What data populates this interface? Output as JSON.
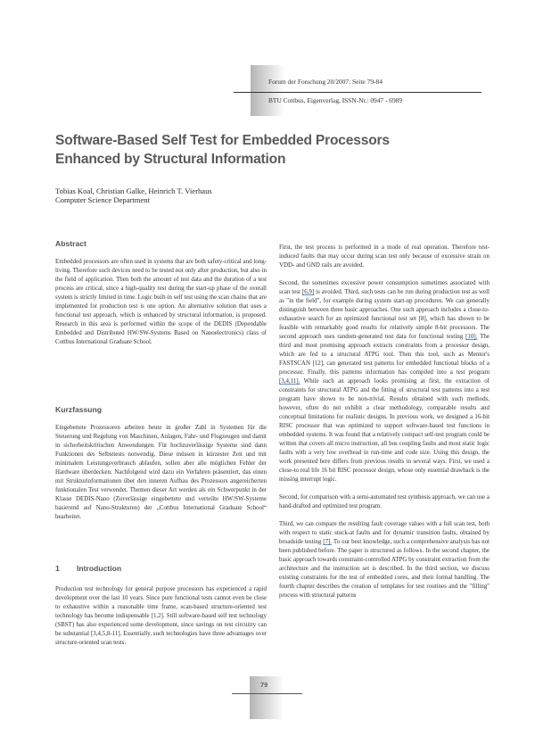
{
  "header": {
    "journal_line": "Forum der Forschung 20/2007: Seite 79-84",
    "publisher_line": "BTU Cottbus, Eigenverlag, ISSN-Nr.: 0947 - 6989"
  },
  "paper": {
    "title_line1": "Software-Based Self Test for Embedded Processors",
    "title_line2": "Enhanced by Structural Information",
    "authors": "Tobias Koal, Christian Galke, Heinrich T. Vierhaus",
    "affiliation": "Computer Science Department"
  },
  "abstract": {
    "heading": "Abstract",
    "text": "Embedded processors are often used in systems that are both safety-critical and long-living. Therefore such devices need to be tested not only after production, but also in the field of application. Then both the amount of test data and the duration of a test process are critical, since a high-quality test during the start-up phase of the overall system is strictly limited in time. Logic built-in self test using the scan chains that are implemented for production test is one option. An alternative solution that uses a functional test approach, which is enhanced by structural information, is proposed. Research in this area is performed within the scope of the DEDIS (Dependable Embedded and Distributed HW/SW-Systems Based on Nanoelectronics) class of Cottbus International Graduate School."
  },
  "kurzfassung": {
    "heading": "Kurzfassung",
    "text": "Eingebettete Prozessoren arbeiten heute in großer Zahl in Systemen für die Steuerung und Regelung von Maschinen, Anlagen, Fahr- und Flugzeugen und damit in sicherheitskritischen Anwendungen. Für hochzuverlässige Systeme sind dann Funktionen des Selbsttests notwendig. Diese müssen in kürzester Zeit und mit minimalem Leistungsverbrauch ablaufen, sollen aber alle möglichen Fehler der Hardware überdecken. Nachfolgend wird dazu ein Verfahren präsentiert, das einen mit Strukturinformationen über den inneren Aufbau des Prozessors angereicherten funktionalen Test verwendet. Themen dieser Art werden als ein Schwerpunkt in der Klasse DEDIS-Nano (Zuverlässige eingebettete und verteilte HW/SW-Systeme basierend auf Nano-Strukturen) der „Cottbus International Graduate School“ bearbeitet."
  },
  "introduction": {
    "number": "1",
    "heading": "Introduction",
    "text": "Production test technology for general purpose processors has experienced a rapid development over the last 10 years. Since pure functional tests cannot even be close to exhaustive within a reasonable time frame, scan-based structure-oriented test technology has become indispensable [1,2]. Still software-based self test technology (SBST) has also experienced some development, since savings on test circuitry can be substantial [3,4,5,8-11]. Essentially, such technologies have three advantages over structure-oriented scan tests."
  },
  "right_column": {
    "p1": "First, the test process is performed in a mode of real operation. Therefore test-induced faults that may occur during scan test only because of excessive strain on VDD- and GND rails are avoided.",
    "p2_a": "Second, the sometimes excessive power consumption sometimes associated with scan test ",
    "p2_ref1": "[6,9]",
    "p2_b": " is avoided. Third, such tests can be run during production test as well as \"in the field\", for example during system start-up procedures. We can generally distinguish between three basic approaches. One such approach includes a close-to-exhaustive search for an optimized functional test set [8], which has shown to be feasible with remarkably good results for relatively simple 8-bit processors. The second approach uses random-generated test data for functional testing ",
    "p2_ref2": "[10].",
    "p2_c": " The third and most promising approach extracts constraints from a processor design, which are fed to a structural ATPG tool. Then this tool, such as Mentor's FASTSCAN [12], can generated test patterns for embedded functional blocks of a processor. Finally, this patterns information has compiled into a test program ",
    "p2_ref3": "[3,4,11].",
    "p2_d": " While such an approach looks promising at first, the extraction of constraints for structural ATPG and the fitting of structural test patterns into a test program have shown to be non-trivial. Results obtained with such methods, however, often do not exhibit a clear methodology, comparable results and conceptual limitations for realistic designs. In previous work, we designed a 16-bit RISC processor that was optimized to support software-based test functions in embedded systems. It was found that a relatively compact self-test program could be written that covers all micro instruction, all bus coupling faults and most static logic faults with a very low overhead in run-time and code size. Using this design, the work presented here differs from previous results in several ways. First, we used a close-to real life 16 bit RISC processor design, whose only essential drawback is the missing interrupt logic.",
    "p3": "Second, for comparison with a semi-automated test synthesis approach, we can use a hand-drafted and optimized test program.",
    "p4_a": "Third, we can compare the resulting fault coverage values with a full scan test, both with respect to static stuck-at faults and for dynamic transition faults, obtained by broadside testing ",
    "p4_ref": "[7].",
    "p4_b": " To our best knowledge, such a comprehensive analysis has not been published before. The paper is structured as follows. In the second chapter, the basic approach towards constraint-controlled ATPG by constraint extraction from the architecture and the instruction set is described. In the third section, we discuss existing constraints for the test of embedded cores, and their formal handling. The fourth chapter describes the creation of templates for test routines and the \"filling\" process with structural patterns"
  },
  "footer": {
    "page_number": "79"
  }
}
